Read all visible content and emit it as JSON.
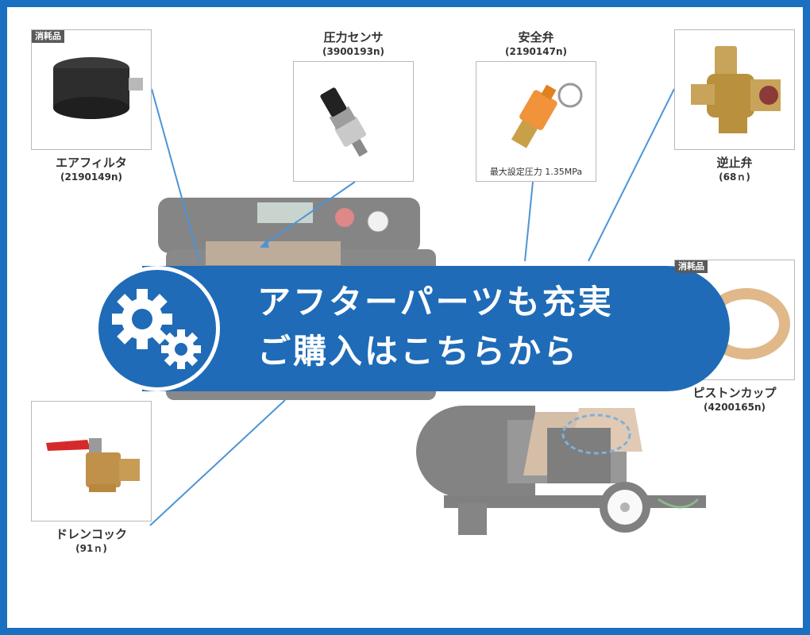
{
  "banner": {
    "line1": "アフターパーツも充実",
    "line2": "ご購入はこちらから"
  },
  "parts": {
    "air_filter": {
      "badge": "消耗品",
      "name": "エアフィルタ",
      "code": "(2190149n)"
    },
    "pressure_sensor": {
      "name": "圧力センサ",
      "code": "(3900193n)"
    },
    "safety_valve": {
      "name": "安全弁",
      "code": "(2190147n)",
      "note": "最大設定圧力 1.35MPa"
    },
    "check_valve": {
      "name": "逆止弁",
      "code": "(68ｎ)"
    },
    "piston_cup": {
      "badge": "消耗品",
      "name": "ピストンカップ",
      "code": "(4200165n)"
    },
    "drain_cock": {
      "name": "ドレンコック",
      "code": "(91ｎ)"
    }
  },
  "colors": {
    "frame": "#1a6fc0",
    "banner": "#1f6bb7",
    "leader": "#4d94d6"
  },
  "icons": {
    "banner_icon": "gears-icon"
  }
}
